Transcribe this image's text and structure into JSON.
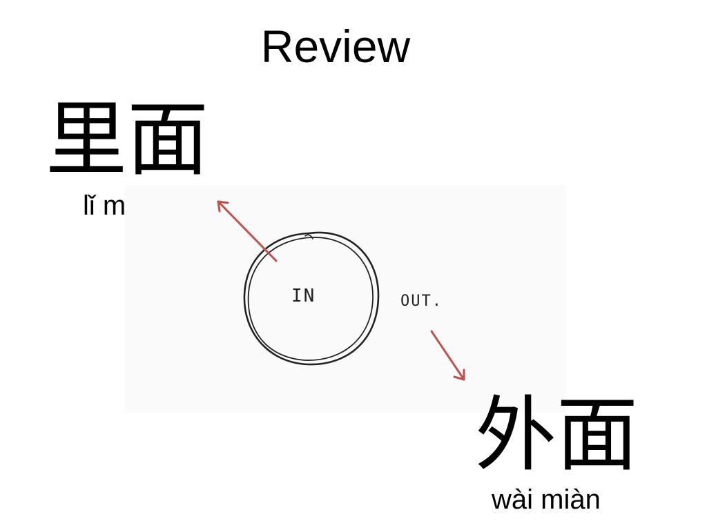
{
  "slide": {
    "title": "Review",
    "inside": {
      "hanzi": "里面",
      "pinyin": "lǐ miàn"
    },
    "outside": {
      "hanzi": "外面",
      "pinyin": "wài miàn"
    },
    "sketch": {
      "label_in": "IN",
      "label_out": "OUT."
    },
    "colors": {
      "arrow": "#c0504d",
      "sketch_line": "#222222"
    }
  }
}
